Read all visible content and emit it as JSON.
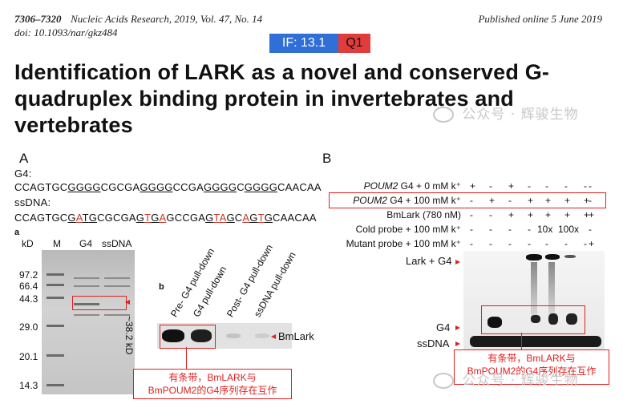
{
  "header": {
    "pages": "7306–7320",
    "journal": "Nucleic Acids Research, 2019, Vol. 47, No. 14",
    "doi": "doi: 10.1093/nar/gkz484",
    "published": "Published online 5 June 2019"
  },
  "badges": {
    "impact_factor": "IF: 13.1",
    "quartile": "Q1",
    "if_color": "#2f6fd6",
    "q_color": "#e23b3b"
  },
  "title": "Identification of LARK as a novel and conserved G-quadruplex binding protein in invertebrates and vertebrates",
  "watermark": "公众号 · 辉骏生物",
  "panel_a": {
    "letter": "A",
    "g4_label": "G4:",
    "g4_seq": [
      {
        "t": "CCAGTGC",
        "u": false
      },
      {
        "t": "GGGG",
        "u": true
      },
      {
        "t": "CGCGA",
        "u": false
      },
      {
        "t": "GGGG",
        "u": true
      },
      {
        "t": "CCGA",
        "u": false
      },
      {
        "t": "GGGG",
        "u": true
      },
      {
        "t": "C",
        "u": false
      },
      {
        "t": "GGGG",
        "u": true
      },
      {
        "t": "CAACAA",
        "u": false
      }
    ],
    "ss_label": "ssDNA:",
    "ss_seq": [
      {
        "t": "CCAGTGC",
        "s": ""
      },
      {
        "t": "G",
        "s": "u"
      },
      {
        "t": "A",
        "s": "ru"
      },
      {
        "t": "T",
        "s": "u"
      },
      {
        "t": "G",
        "s": "u"
      },
      {
        "t": "CGCGA",
        "s": ""
      },
      {
        "t": "G",
        "s": "u"
      },
      {
        "t": "T",
        "s": "ru"
      },
      {
        "t": "G",
        "s": "u"
      },
      {
        "t": "A",
        "s": "ru"
      },
      {
        "t": "GCCGA",
        "s": ""
      },
      {
        "t": "G",
        "s": "u"
      },
      {
        "t": "T",
        "s": "ru"
      },
      {
        "t": "A",
        "s": "ru"
      },
      {
        "t": "G",
        "s": "u"
      },
      {
        "t": "C",
        "s": ""
      },
      {
        "t": "A",
        "s": "ru"
      },
      {
        "t": "G",
        "s": "u"
      },
      {
        "t": "T",
        "s": "ru"
      },
      {
        "t": "G",
        "s": "u"
      },
      {
        "t": "CAACAA",
        "s": ""
      }
    ],
    "sub_a": "a",
    "kd_header": "kD",
    "lanes": [
      "M",
      "G4",
      "ssDNA"
    ],
    "markers": [
      "97.2",
      "66.4",
      "44.3",
      "29.0",
      "20.1",
      "14.3"
    ],
    "band_label": "~38.2 kD",
    "sub_b": "b",
    "pulldown_lanes": [
      "Pre- G4 pull-down",
      "G4 pull-down",
      "Post- G4 pull-down",
      "ssDNA pull-down"
    ],
    "bmlark": "BmLark",
    "note": [
      "有条带，BmLARK与",
      "BmPOUM2的G4序列存在互作"
    ]
  },
  "panel_b": {
    "letter": "B",
    "rows": [
      {
        "label_it": "POUM2",
        "label": " G4 + 0 mM k⁺",
        "signs": [
          "+",
          "-",
          "+",
          "-",
          "-",
          "-",
          "-",
          "-"
        ]
      },
      {
        "label_it": "POUM2",
        "label": " G4 + 100 mM k⁺",
        "signs": [
          "-",
          "+",
          "-",
          "+",
          "+",
          "+",
          "+",
          "-"
        ]
      },
      {
        "label_it": "",
        "label": "BmLark (780 nM)",
        "signs": [
          "-",
          "-",
          "+",
          "+",
          "+",
          "+",
          "+",
          "+"
        ]
      },
      {
        "label_it": "",
        "label": "Cold probe + 100 mM k⁺",
        "signs": [
          "-",
          "-",
          "-",
          "-",
          "10x",
          "100x",
          "",
          "-"
        ]
      },
      {
        "label_it": "",
        "label": "Mutant probe + 100 mM k⁺",
        "signs": [
          "-",
          "-",
          "-",
          "-",
          "-",
          "-",
          "-",
          "+"
        ]
      }
    ],
    "lark_g4": "Lark + G4",
    "g4": "G4",
    "ssdna": "ssDNA",
    "note": [
      "有条带，BmLARK与",
      "BmPOUM2的G4序列存在互作"
    ]
  }
}
